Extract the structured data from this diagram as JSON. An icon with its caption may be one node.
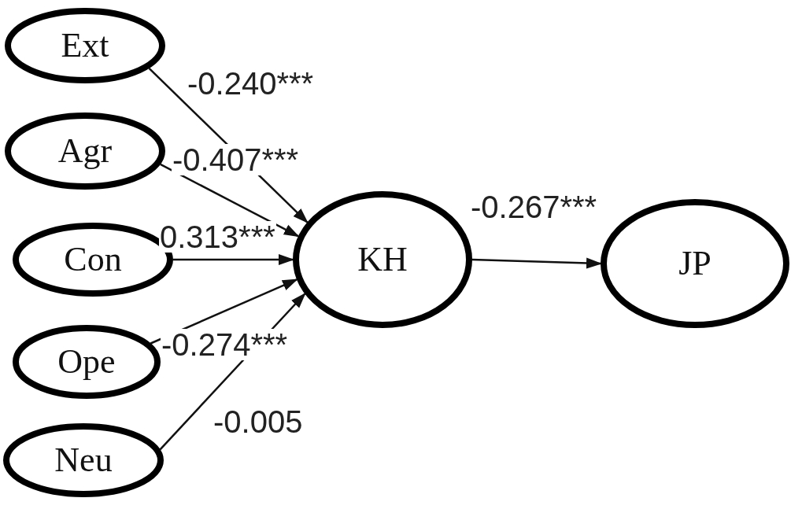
{
  "diagram": {
    "nodes": [
      {
        "text": [
          "Ext"
        ]
      },
      {
        "text": [
          "Agr"
        ]
      },
      {
        "text": [
          "Con"
        ]
      },
      {
        "text": [
          "Ope"
        ]
      },
      {
        "text": [
          "Neu"
        ]
      },
      {
        "text": [
          "KH"
        ]
      },
      {
        "text": [
          "JP"
        ]
      }
    ],
    "edges": [
      {
        "from": 0,
        "to": 5,
        "arrow": "to",
        "label": "-0.240***"
      },
      {
        "from": 1,
        "to": 5,
        "arrow": "to",
        "label": "-0.407***"
      },
      {
        "from": 2,
        "to": 5,
        "arrow": "to",
        "label": "0.313***"
      },
      {
        "from": 3,
        "to": 5,
        "arrow": "to",
        "label": "-0.274***"
      },
      {
        "from": 4,
        "to": 5,
        "arrow": "to",
        "label": "-0.005"
      },
      {
        "from": 5,
        "to": 6,
        "arrow": "to",
        "label": "-0.267***"
      }
    ]
  }
}
